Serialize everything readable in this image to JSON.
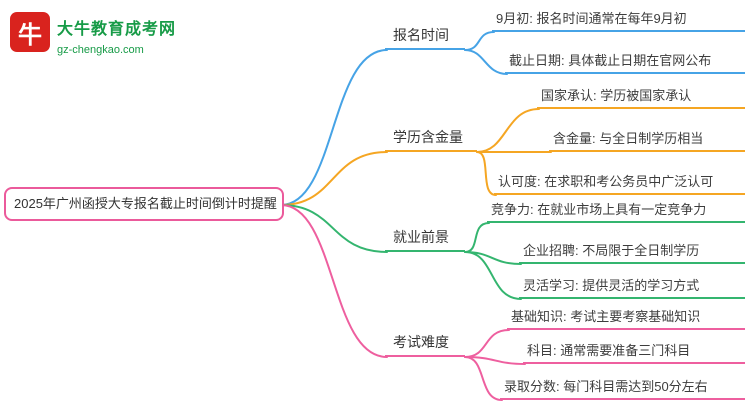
{
  "logo": {
    "icon_text": "牛",
    "site_name": "大牛教育成考网",
    "site_url": "gz-chengkao.com",
    "icon_color": "#d9231e",
    "text_color": "#179b47"
  },
  "root": {
    "text": "2025年广州函授大专报名截止时间倒计时提醒",
    "border_color": "#eb5a9b"
  },
  "branches": [
    {
      "label": "报名时间",
      "color": "#46a3e6",
      "leaves": [
        "9月初: 报名时间通常在每年9月初",
        "截止日期: 具体截止日期在官网公布"
      ]
    },
    {
      "label": "学历含金量",
      "color": "#f5a623",
      "leaves": [
        "国家承认: 学历被国家承认",
        "含金量: 与全日制学历相当",
        "认可度: 在求职和考公务员中广泛认可"
      ]
    },
    {
      "label": "就业前景",
      "color": "#34b56f",
      "leaves": [
        "竞争力: 在就业市场上具有一定竞争力",
        "企业招聘: 不局限于全日制学历",
        "灵活学习: 提供灵活的学习方式"
      ]
    },
    {
      "label": "考试难度",
      "color": "#ee5f9f",
      "leaves": [
        "基础知识: 考试主要考察基础知识",
        "科目: 通常需要准备三门科目",
        "录取分数: 每门科目需达到50分左右"
      ]
    }
  ]
}
